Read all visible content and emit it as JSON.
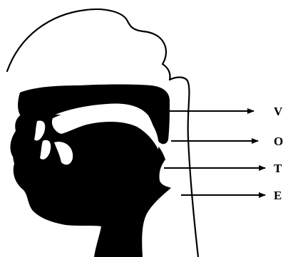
{
  "diagram": {
    "labels": {
      "v": "V",
      "o": "O",
      "t": "T",
      "e": "E"
    }
  },
  "colors": {
    "ink": "#000000",
    "background": "#ffffff"
  }
}
